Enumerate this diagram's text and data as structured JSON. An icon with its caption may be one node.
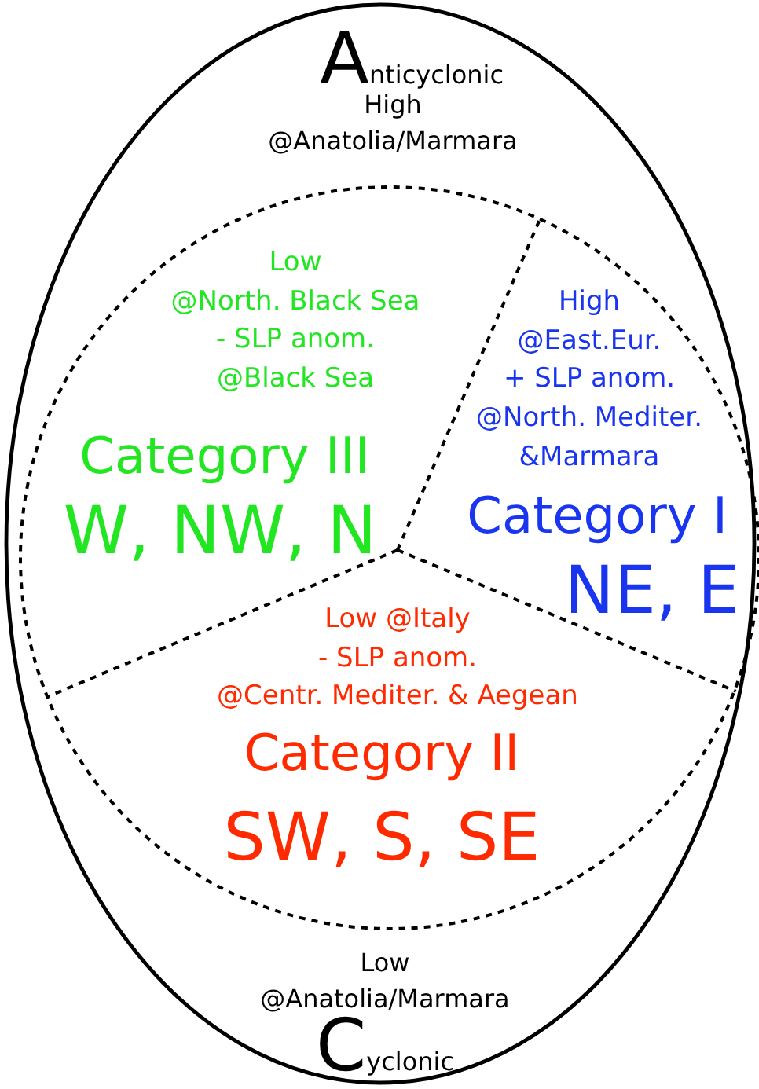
{
  "diagram": {
    "nodes": [
      {
        "text": [
          "Anticyclonic",
          "High @Anatolia/Marmara",
          "Low @Anatolia/Marmara",
          "Cyclonic"
        ]
      },
      {
        "text": [],
        "shape": "circle",
        "in": 0
      },
      {
        "text": [
          "Low @North. Black Sea - SLP anom. @Black Sea",
          "Category III",
          "W, NW, N"
        ],
        "in": 1
      },
      {
        "text": [
          "High @East.Eur. + SLP anom. @North. Mediter. &Marmara",
          "Category I",
          "NE, E"
        ],
        "in": 1
      },
      {
        "text": [
          "Low @Italy - SLP anom. @Centr. Mediter. & Aegean",
          "Category II",
          "SW, S, SE"
        ],
        "in": 1
      }
    ]
  }
}
